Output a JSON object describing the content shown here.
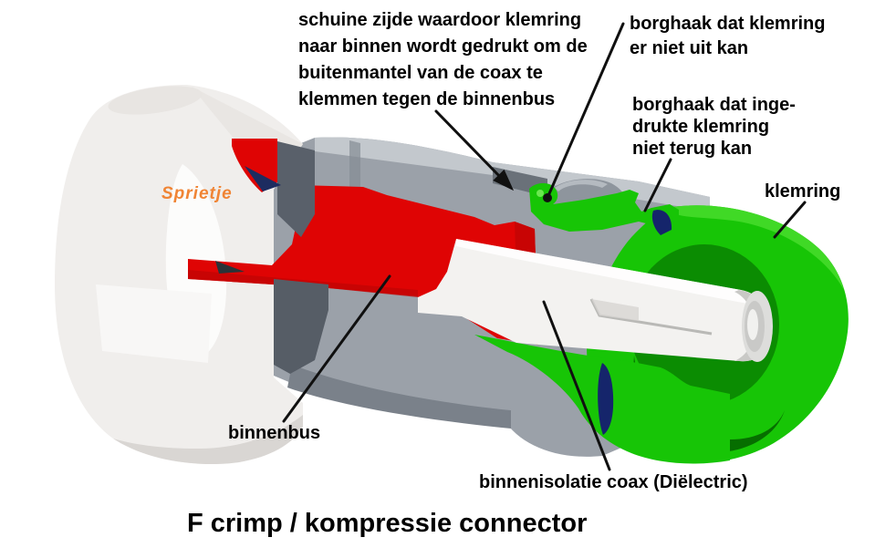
{
  "title": "F crimp / kompressie connector",
  "watermark": "Sprietje",
  "annotations": {
    "schuine_zijde": "schuine zijde waardoor klemring\nnaar binnen wordt gedrukt om de\nbuitenmantel van de coax te\nklemmen tegen de binnenbus",
    "borghaak_uit": "borghaak dat klemring\ner niet uit kan",
    "borghaak_terug": "borghaak dat inge-\ndrukte klemring\nniet terug kan",
    "klemring": "klemring",
    "binnenbus": "binnenbus",
    "binnenisolatie": "binnenisolatie coax (Diëlectric)"
  },
  "colors": {
    "red_body_section": "#df0404",
    "green_klemring": "#17c506",
    "green_dark": "#0b8c02",
    "navy_borghaak": "#15256b",
    "gray_body": "#9ba1a9",
    "nut_white": "#f0eeec",
    "dielectric_white": "#f3f2f0",
    "watermark_orange": "#f08434",
    "label_text": "#000000",
    "leader_line": "#101010"
  }
}
